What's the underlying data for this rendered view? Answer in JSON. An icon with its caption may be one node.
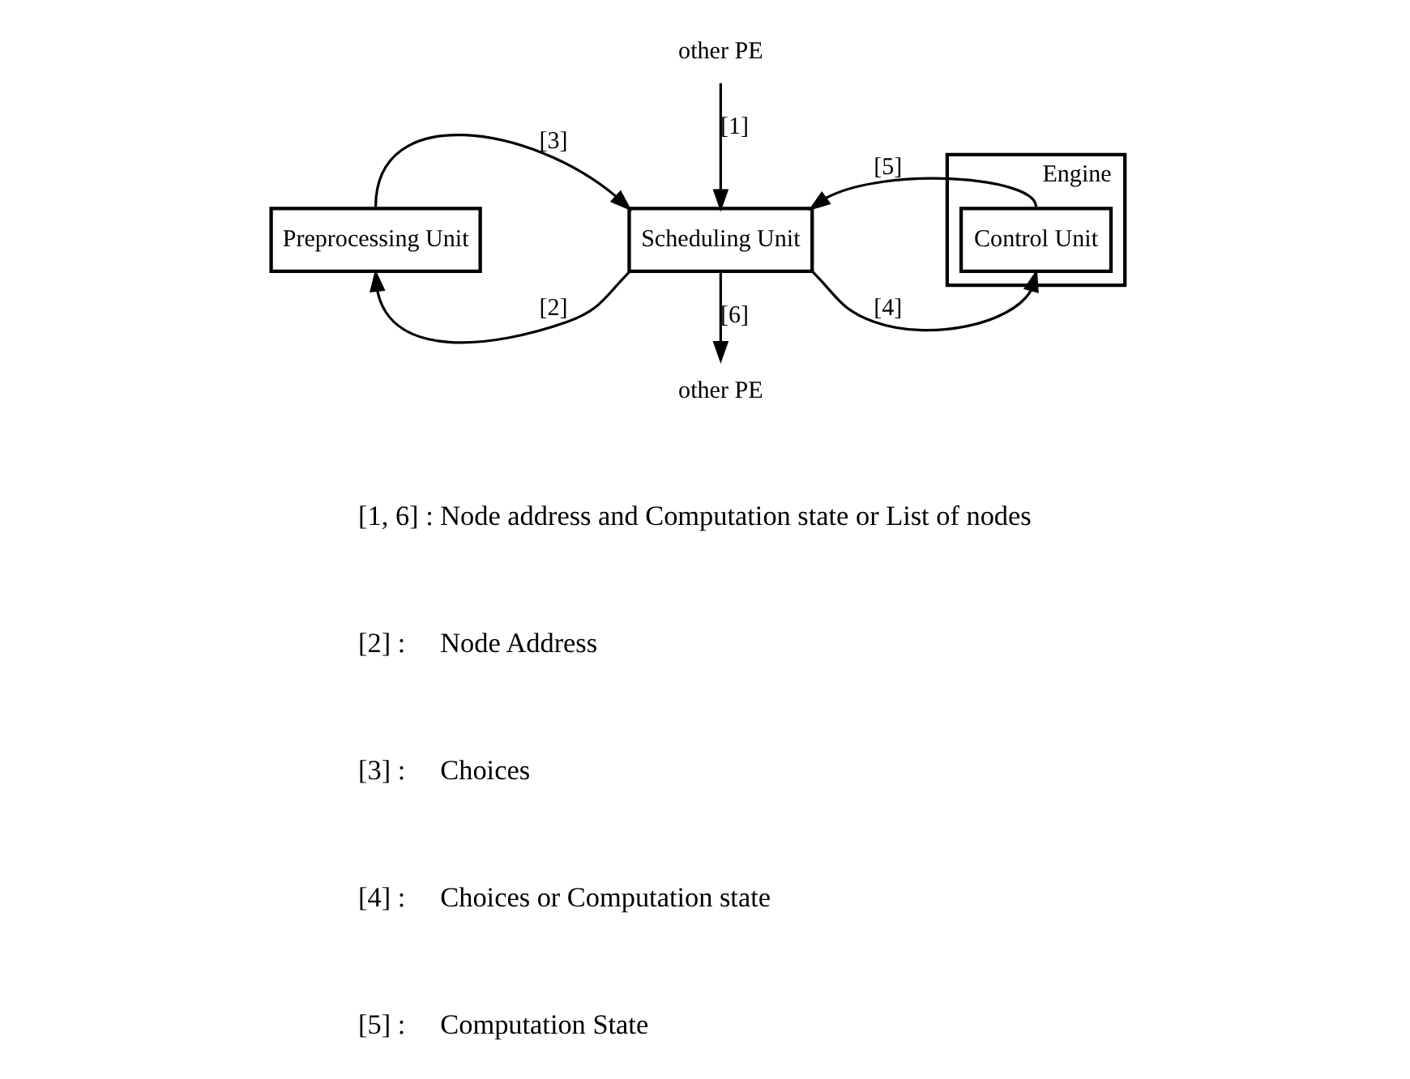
{
  "diagram": {
    "nodes": [
      {
        "text": [
          "Preprocessing Unit"
        ]
      },
      {
        "text": [
          "Scheduling Unit"
        ]
      },
      {
        "text": [
          "Engine"
        ]
      },
      {
        "text": [
          "Control Unit"
        ],
        "in": 2
      },
      {
        "text": [
          "other PE"
        ]
      },
      {
        "text": [
          "other PE"
        ]
      }
    ],
    "edges": [
      {
        "from": 4,
        "to": 1,
        "arrow": "to",
        "label": "[1]"
      },
      {
        "from": 0,
        "to": 1,
        "arrow": "to",
        "label": "[3]"
      },
      {
        "from": 3,
        "to": 1,
        "arrow": "to",
        "label": "[5]"
      },
      {
        "from": 1,
        "to": 0,
        "arrow": "to",
        "label": "[2]"
      },
      {
        "from": 1,
        "to": 5,
        "arrow": "to",
        "label": "[6]"
      },
      {
        "from": 1,
        "to": 3,
        "arrow": "to",
        "label": "[4]"
      }
    ],
    "labels": [
      "[1, 6] : Node address and Computation state or List of nodes",
      "[2] :     Node Address",
      "[3] :     Choices",
      "[4] :     Choices or Computation state",
      "[5] :     Computation State"
    ]
  }
}
